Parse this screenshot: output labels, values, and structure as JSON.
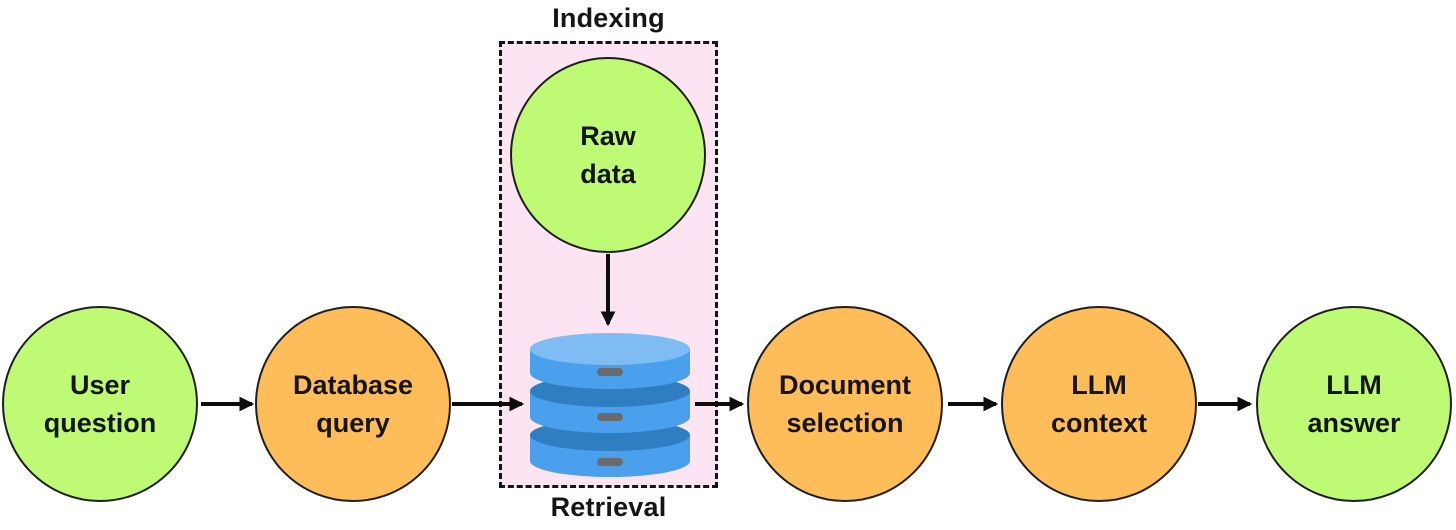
{
  "labels": {
    "indexing": "Indexing",
    "retrieval": "Retrieval"
  },
  "nodes": {
    "user_question": {
      "line1": "User",
      "line2": "question",
      "color": "green"
    },
    "database_query": {
      "line1": "Database",
      "line2": "query",
      "color": "orange"
    },
    "raw_data": {
      "line1": "Raw",
      "line2": "data",
      "color": "green"
    },
    "document_selection": {
      "line1": "Document",
      "line2": "selection",
      "color": "orange"
    },
    "llm_context": {
      "line1": "LLM",
      "line2": "context",
      "color": "orange"
    },
    "llm_answer": {
      "line1": "LLM",
      "line2": "answer",
      "color": "green"
    }
  },
  "icons": {
    "database": "database-icon"
  },
  "colors": {
    "node_green": "#BEFA73",
    "node_orange": "#FFBD59",
    "box_pink": "#FCE4F2",
    "db_body": "#4AA0EC",
    "db_band": "#2F7EC2",
    "db_top_ellipse": "#7FBCF4",
    "db_dash": "#6A6A6A",
    "outline": "#1F1F1F",
    "arrow": "#0D0D0D"
  },
  "flow": {
    "sequence": "User question → Database query → database (Indexing/Retrieval) → Document selection → LLM context → LLM answer",
    "indexing_input": "Raw data → database"
  }
}
